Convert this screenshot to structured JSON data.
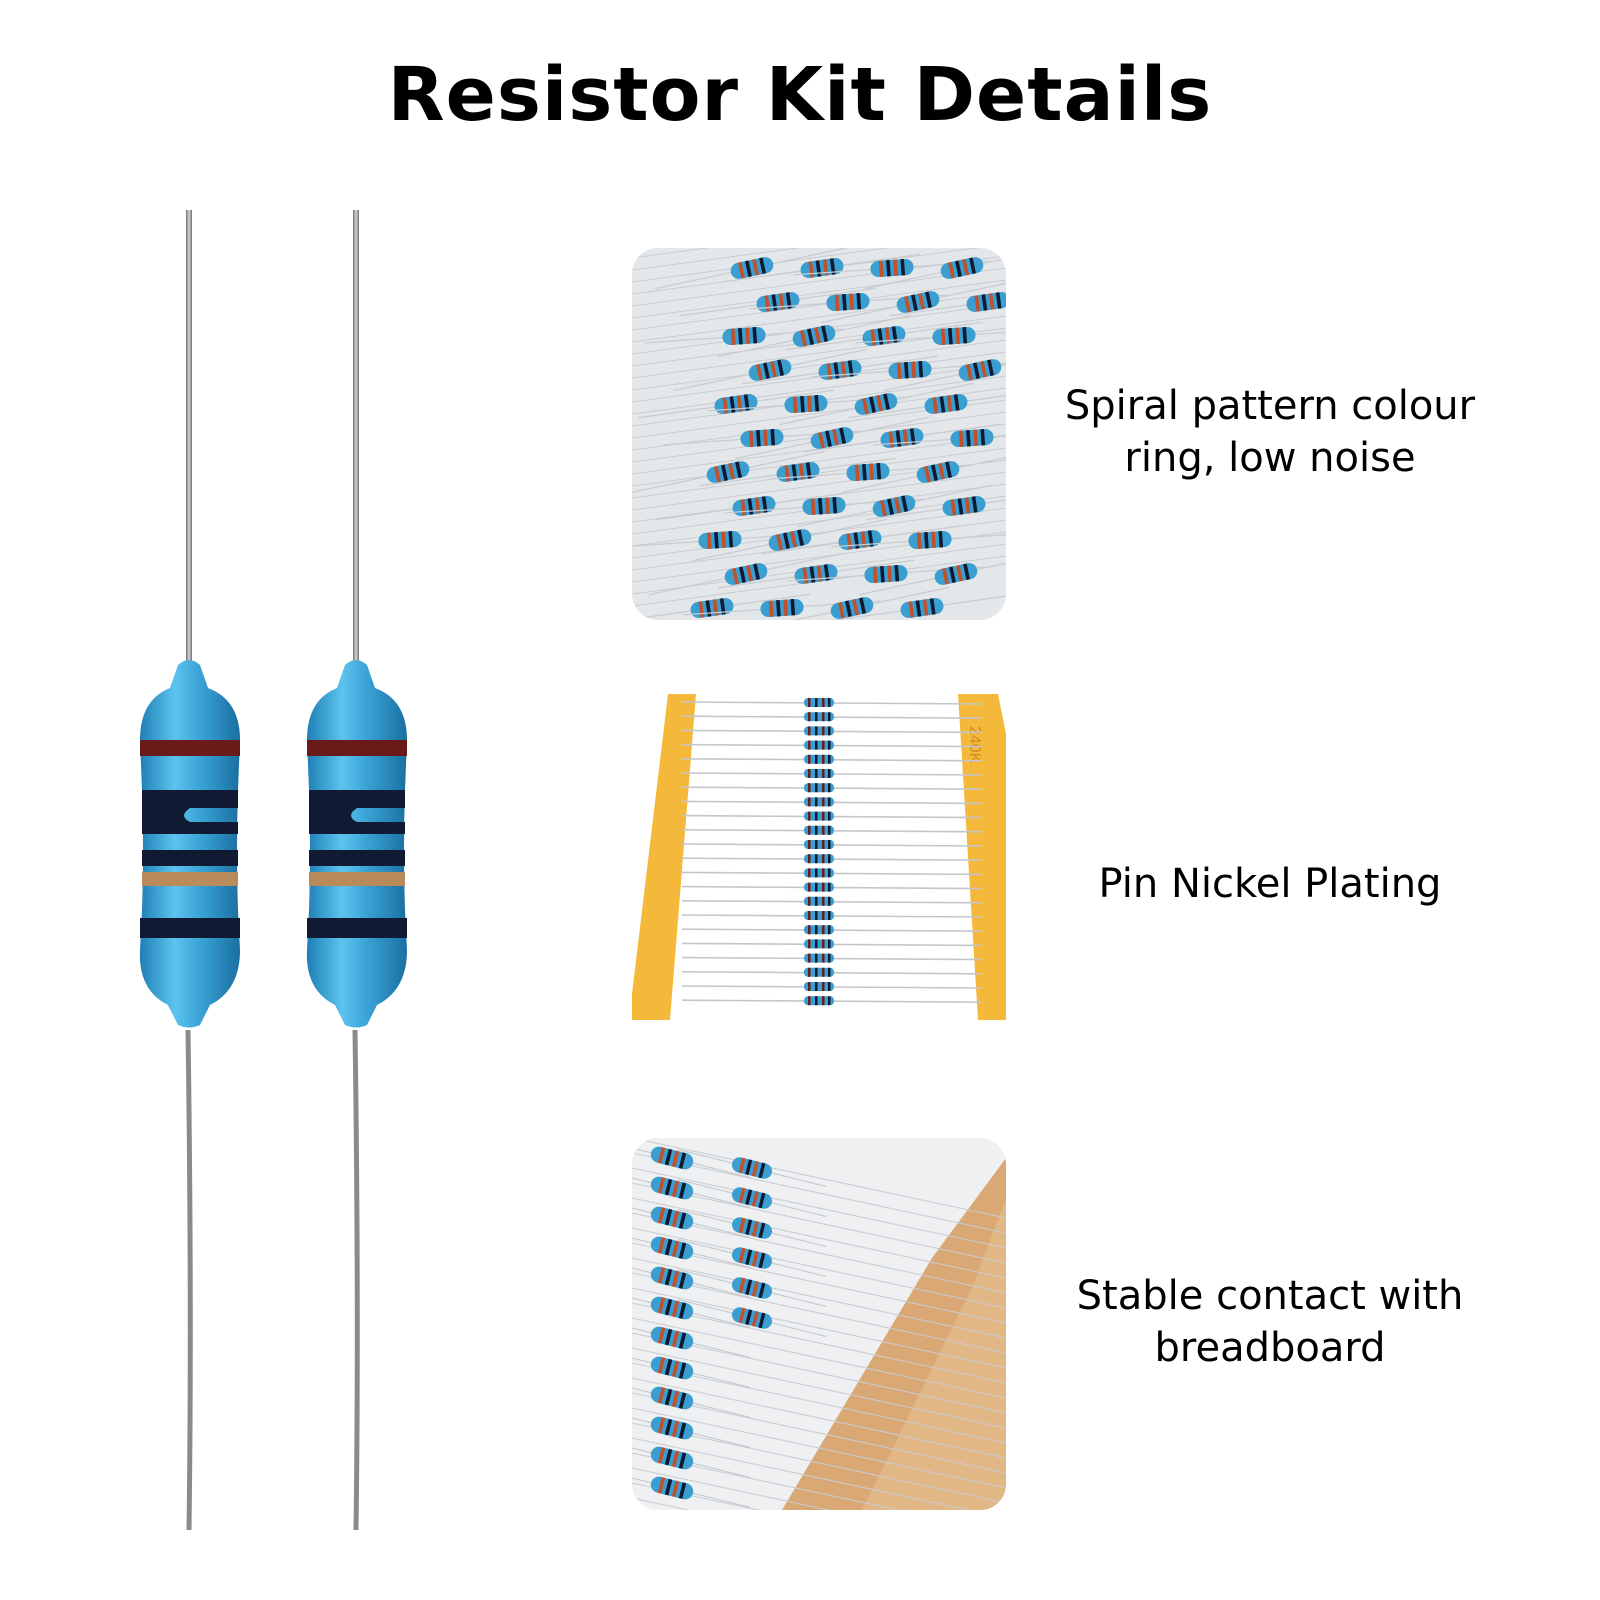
{
  "title": "Resistor Kit Details",
  "features": [
    {
      "caption": "Spiral pattern colour\nring, low noise",
      "image": "resistor-pile-photo"
    },
    {
      "caption": "Pin Nickel Plating",
      "image": "taped-resistor-strip-photo"
    },
    {
      "caption": "Stable contact with\nbreadboard",
      "image": "resistors-on-paper-tape-photo"
    }
  ],
  "strip_tape_label": "240K",
  "colors": {
    "resistor_body": "#3a9fd0",
    "band_brown": "#6b1a1a",
    "band_black": "#101a33",
    "band_gold": "#b98a5a",
    "tape_yellow": "#f4b93a",
    "tape_kraft": "#d9a874"
  }
}
